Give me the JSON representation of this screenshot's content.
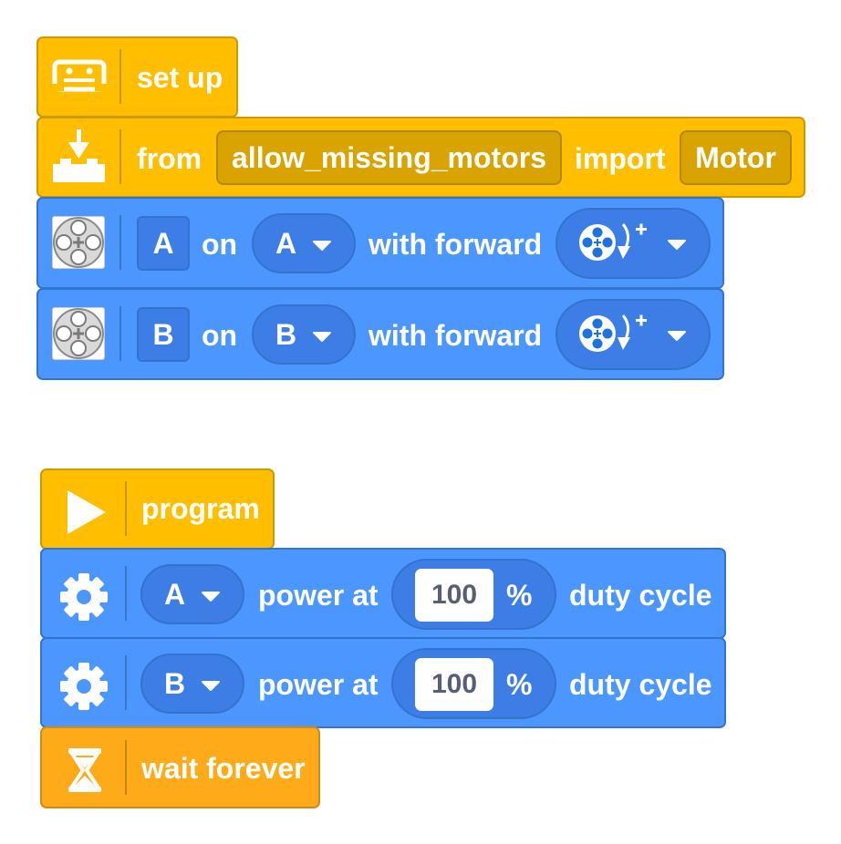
{
  "colors": {
    "control_yellow": "#ffbf00",
    "wait_orange": "#ffab19",
    "motor_blue": "#4c97ff",
    "field_blue": "#3d7ee6",
    "field_yellow": "#d9a300",
    "text_white": "#ffffff",
    "number_text": "#575e75"
  },
  "setup_stack": {
    "setup_block": {
      "icon": "hub-icon",
      "label": "set up"
    },
    "import_block": {
      "icon": "import-icon",
      "from_label": "from",
      "module": "allow_missing_motors",
      "import_label": "import",
      "class_name": "Motor"
    },
    "motor_blocks": [
      {
        "icon": "motor-icon",
        "variable": "A",
        "on_label": "on",
        "port": "A",
        "with_label": "with forward",
        "direction_icon": "clockwise-direction-icon"
      },
      {
        "icon": "motor-icon",
        "variable": "B",
        "on_label": "on",
        "port": "B",
        "with_label": "with forward",
        "direction_icon": "clockwise-direction-icon"
      }
    ]
  },
  "program_stack": {
    "program_block": {
      "icon": "play-icon",
      "label": "program"
    },
    "power_blocks": [
      {
        "icon": "gear-icon",
        "motor": "A",
        "power_label": "power at",
        "value": "100",
        "unit": "%",
        "suffix": "duty cycle"
      },
      {
        "icon": "gear-icon",
        "motor": "B",
        "power_label": "power at",
        "value": "100",
        "unit": "%",
        "suffix": "duty cycle"
      }
    ],
    "wait_block": {
      "icon": "hourglass-icon",
      "label": "wait forever"
    }
  }
}
